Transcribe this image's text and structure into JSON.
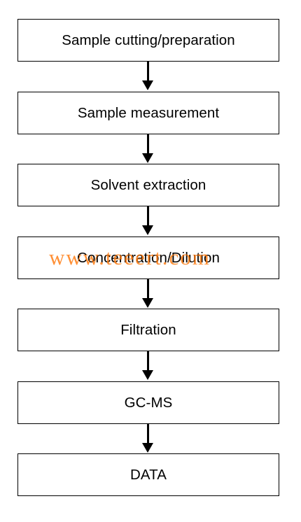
{
  "flowchart": {
    "steps": [
      {
        "label": "Sample cutting/preparation"
      },
      {
        "label": "Sample measurement"
      },
      {
        "label": "Solvent extraction"
      },
      {
        "label": "Concentration/Dilution"
      },
      {
        "label": "Filtration"
      },
      {
        "label": "GC-MS"
      },
      {
        "label": "DATA"
      }
    ]
  },
  "watermark": {
    "text": "www.teeert.com",
    "color": "#ff780a"
  },
  "colors": {
    "box_border": "#000000",
    "arrow": "#000000",
    "background": "#ffffff"
  }
}
